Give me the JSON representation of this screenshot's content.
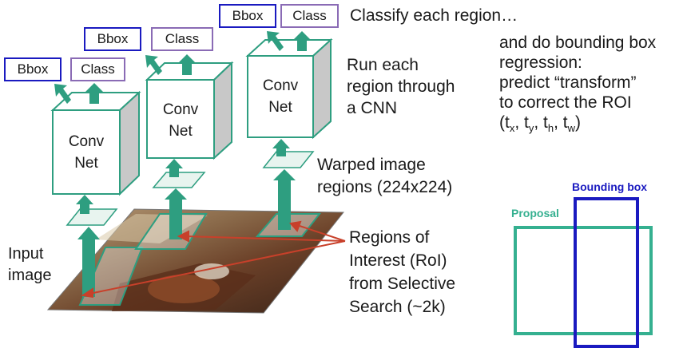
{
  "colors": {
    "green": "#2e9e80",
    "bbox_blue": "#1a1ac0",
    "class_purple": "#8a6bb5",
    "arrow_red": "#c8402a",
    "teal_box": "#35b090",
    "gray_face": "#c8c8c8"
  },
  "heads": [
    {
      "bbox_label": "Bbox",
      "class_label": "Class"
    },
    {
      "bbox_label": "Bbox",
      "class_label": "Class"
    },
    {
      "bbox_label": "Bbox",
      "class_label": "Class"
    }
  ],
  "convnets": [
    {
      "line1": "Conv",
      "line2": "Net"
    },
    {
      "line1": "Conv",
      "line2": "Net"
    },
    {
      "line1": "Conv",
      "line2": "Net"
    }
  ],
  "labels": {
    "classify": "Classify each region…",
    "bbox_regression": [
      "and do bounding box",
      "regression:",
      "predict “transform”",
      "to correct the ROI"
    ],
    "tuple": {
      "open": "(t",
      "x": "x",
      "y": "y",
      "h": "h",
      "w": "w",
      "sep": ", t",
      "close": ")"
    },
    "run_cnn": [
      "Run each",
      "region through",
      "a CNN"
    ],
    "warped": [
      "Warped image",
      "regions (224x224)"
    ],
    "roi": [
      "Regions of",
      "Interest (RoI)",
      "from Selective",
      "Search (~2k)"
    ],
    "input": [
      "Input",
      "image"
    ]
  },
  "inset": {
    "proposal_label": "Proposal",
    "bbox_label": "Bounding box"
  }
}
